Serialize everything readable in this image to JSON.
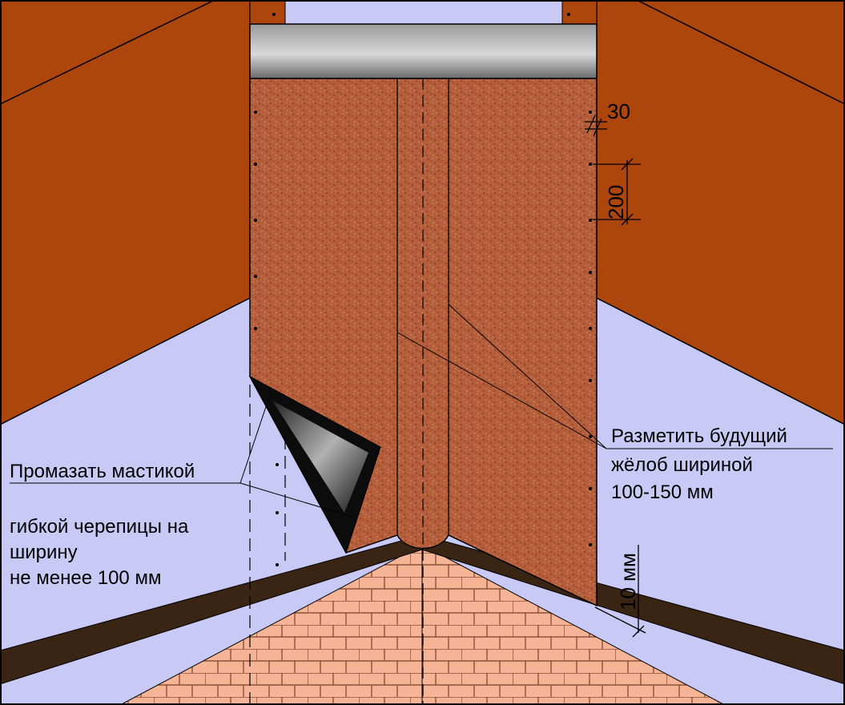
{
  "colors": {
    "background": "#c9c9f6",
    "roof_sheathing": "#ad460c",
    "underlay_membrane": "#b55e3c",
    "membrane_speckle_dark": "#7e341a",
    "membrane_speckle_light": "#d6916a",
    "cornice_strip_top": "#9a9a9a",
    "cornice_strip_bottom": "#6a6a6a",
    "eave_board": "#3a2414",
    "brick_face": "#f6b497",
    "brick_mortar": "#7a3f26",
    "flap_black": "#0c0c0c",
    "line": "#000000"
  },
  "labels": {
    "mastic": "Промазать мастикой",
    "shingles_line1": "гибкой черепицы на",
    "shingles_line2": "ширину",
    "shingles_line3": "не менее 100 мм",
    "gutter_line1": "Разметить будущий",
    "gutter_line2": "жёлоб шириной",
    "gutter_line3": "100-150 мм"
  },
  "dimensions": {
    "nail_edge_offset": "30",
    "nail_spacing": "200",
    "edge_offset": "10 мм"
  },
  "icons": {
    "cornice_strip": "metal-strip",
    "flap": "folded-membrane-flap",
    "brick_wall": "brick-pattern"
  }
}
